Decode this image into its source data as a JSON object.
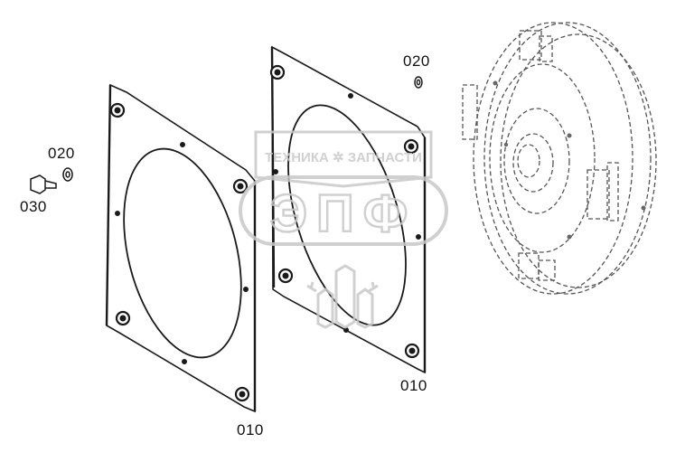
{
  "callouts": {
    "washer_top": "020",
    "washer_left": "020",
    "bolt": "030",
    "gasket_middle": "010",
    "gasket_front": "010"
  },
  "watermark": {
    "banner": "ТЕХНИКА ✲ ЗАПЧАСТИ",
    "logo_letters": "ЭПФ"
  },
  "colors": {
    "line": "#1a1a1a",
    "dashed_part": "#555555",
    "watermark": "#c8c8c8"
  }
}
